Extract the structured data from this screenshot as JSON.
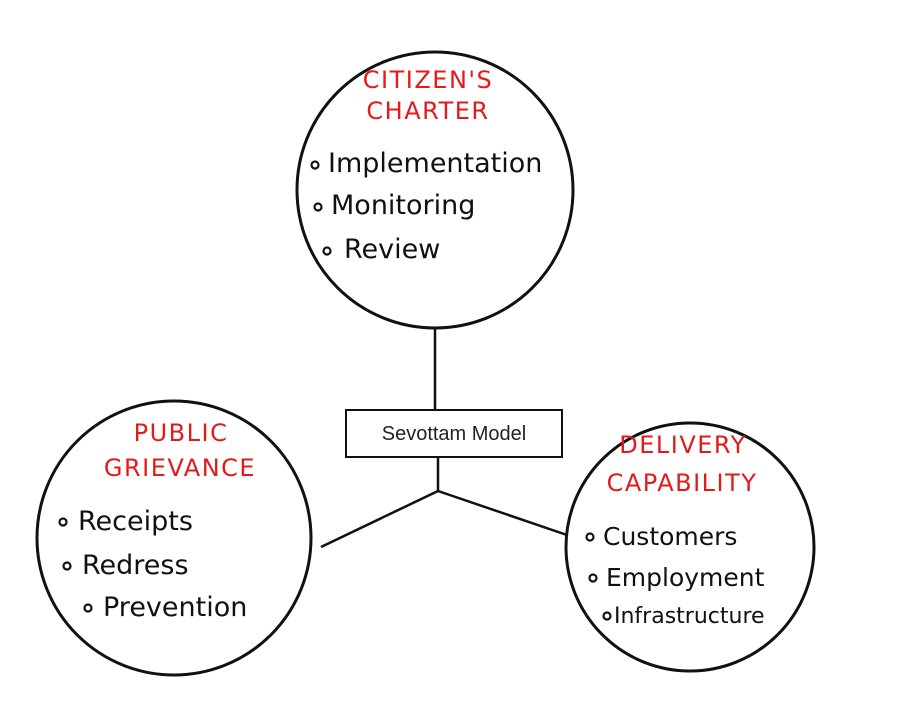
{
  "center": {
    "label": "Sevottam Model"
  },
  "nodes": {
    "citizens_charter": {
      "heading_lines": [
        "CITIZEN'S",
        "CHARTER"
      ],
      "items": [
        "Implementation",
        "Monitoring",
        "Review"
      ]
    },
    "public_grievance": {
      "heading_lines": [
        "PUBLIC",
        "GRIEVANCE"
      ],
      "items": [
        "Receipts",
        "Redress",
        "Prevention"
      ]
    },
    "delivery_capability": {
      "heading_lines": [
        "DELIVERY",
        "CAPABILITY"
      ],
      "items": [
        "Customers",
        "Employment",
        "Infrastructure"
      ]
    }
  },
  "colors": {
    "heading": "#e21a1a",
    "ink": "#111111"
  }
}
